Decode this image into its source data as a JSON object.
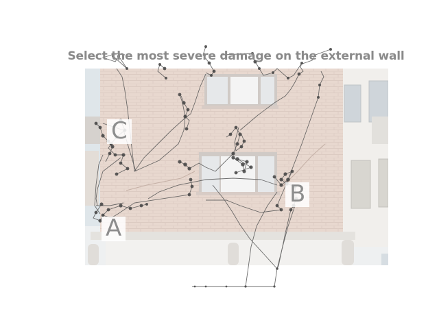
{
  "instruction": "Select the most severe damage on the external wall",
  "options": [
    {
      "letter": "A"
    },
    {
      "letter": "B"
    },
    {
      "letter": "C"
    }
  ],
  "overlay": {
    "type": "gaze-scanpath",
    "line_color": "#555555",
    "point_color": "#444444"
  },
  "colors": {
    "brick": "#e7d6cd",
    "mortar": "#d9c6bd",
    "concrete": "#e9e7e3",
    "window_frame": "#c9c3c0",
    "glass": "#dfe3e7",
    "sky": "#dbe6ec",
    "title": "#8a8a8a"
  }
}
